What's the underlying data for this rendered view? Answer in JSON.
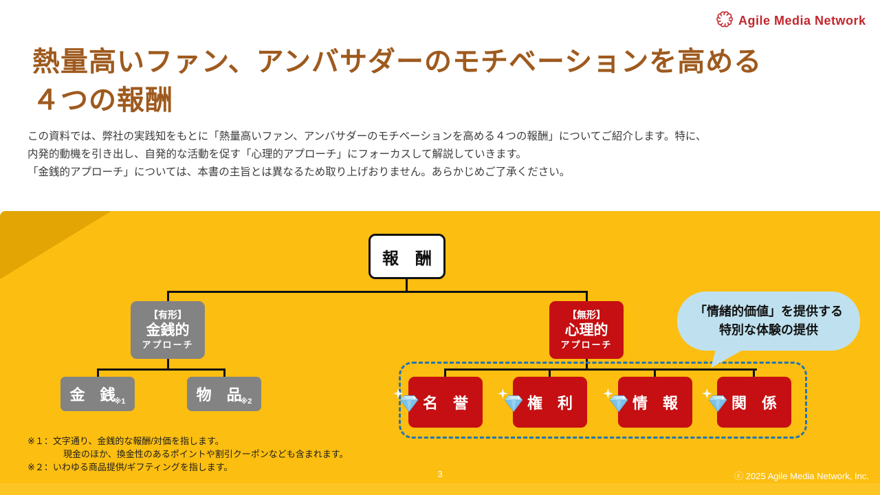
{
  "logo": {
    "name": "Agile Media Network"
  },
  "slide": {
    "title_lines": [
      "熱量高いファン、アンバサダーのモチベーションを高める",
      "４つの報酬"
    ],
    "body_lines": [
      "この資料では、弊社の実践知をもとに「熱量高いファン、アンバサダーのモチベーションを高める４つの報酬」についてご紹介します。特に、",
      "内発的動機を引き出し、自発的な活動を促す「心理的アプローチ」にフォーカスして解説していきます。",
      "「金銭的アプローチ」については、本書の主旨とは異なるため取り上げおりません。あらかじめご了承ください。"
    ]
  },
  "diagram": {
    "root_label": "報　酬",
    "tangible": {
      "tag": "【有形】",
      "title": "金銭的",
      "subtitle": "アプローチ",
      "children": [
        {
          "label": "金　銭",
          "note": "※1"
        },
        {
          "label": "物　品",
          "note": "※2"
        }
      ]
    },
    "intangible": {
      "tag": "【無形】",
      "title": "心理的",
      "subtitle": "アプローチ",
      "children": [
        {
          "label": "名　誉"
        },
        {
          "label": "権　利"
        },
        {
          "label": "情　報"
        },
        {
          "label": "関　係"
        }
      ]
    },
    "bubble_lines": [
      "「情緒的価値」を提供する",
      "特別な体験の提供"
    ]
  },
  "footnotes": [
    "※１：文字通り、金銭的な報酬/対価を指します。",
    "現金のほか、換金性のあるポイントや割引クーポンなども含まれます。",
    "※２：いわゆる商品提供/ギフティングを指します。"
  ],
  "footer": {
    "page_number": "3",
    "copyright": "ⓒ 2025 Agile Media Network, Inc."
  },
  "colors": {
    "accent_yellow": "#FCBE10",
    "accent_yellow_dark": "#E2A503",
    "brand_red": "#C1272D",
    "box_red": "#C50F12",
    "box_gray": "#838383",
    "bubble_blue": "#BFE1EF",
    "dashed_blue": "#2475B2",
    "title_brown": "#9E5A1E"
  }
}
